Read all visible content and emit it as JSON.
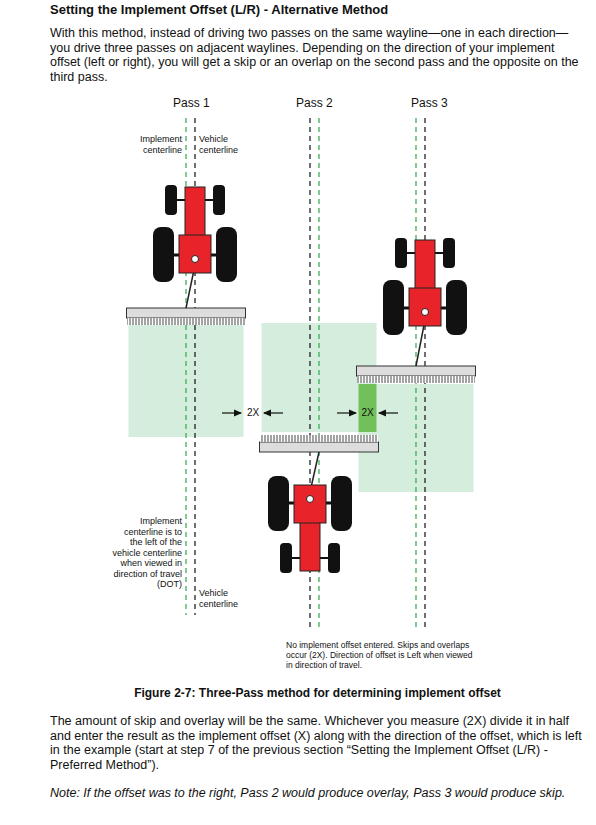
{
  "diagram": {
    "title": "Setting the Implement Offset (L/R) - Alternative Method",
    "caption": "Figure 2-7: Three-Pass method for determining implement offset",
    "labels": [
      "With this method, instead of driving two passes on the same wayline—one in each direction—you drive three passes on adjacent waylines. Depending on the direction of your implement offset (left or right), you will get a skip or an overlap on the second pass and the opposite on the third pass.",
      "Pass 1",
      "Pass 2",
      "Pass 3",
      "Implement centerline",
      "Vehicle centerline",
      "2X",
      "2X",
      "Implement centerline is to the left of the vehicle centerline when viewed in direction of travel (DOT)",
      "Vehicle centerline",
      "No implement offset entered. Skips and overlaps occur (2X). Direction of offset is Left when viewed in direction of travel.",
      "The amount of skip and overlay will be the same. Whichever you measure (2X) divide it in half and enter the result as the implement offset (X) along with the direction of the offset, which is left in the example (start at step 7 of the previous section “Setting the Implement Offset (L/R) - Preferred Method”).",
      "Note: If the offset was to the right, Pass 2 would produce overlay, Pass 3 would produce skip."
    ]
  }
}
